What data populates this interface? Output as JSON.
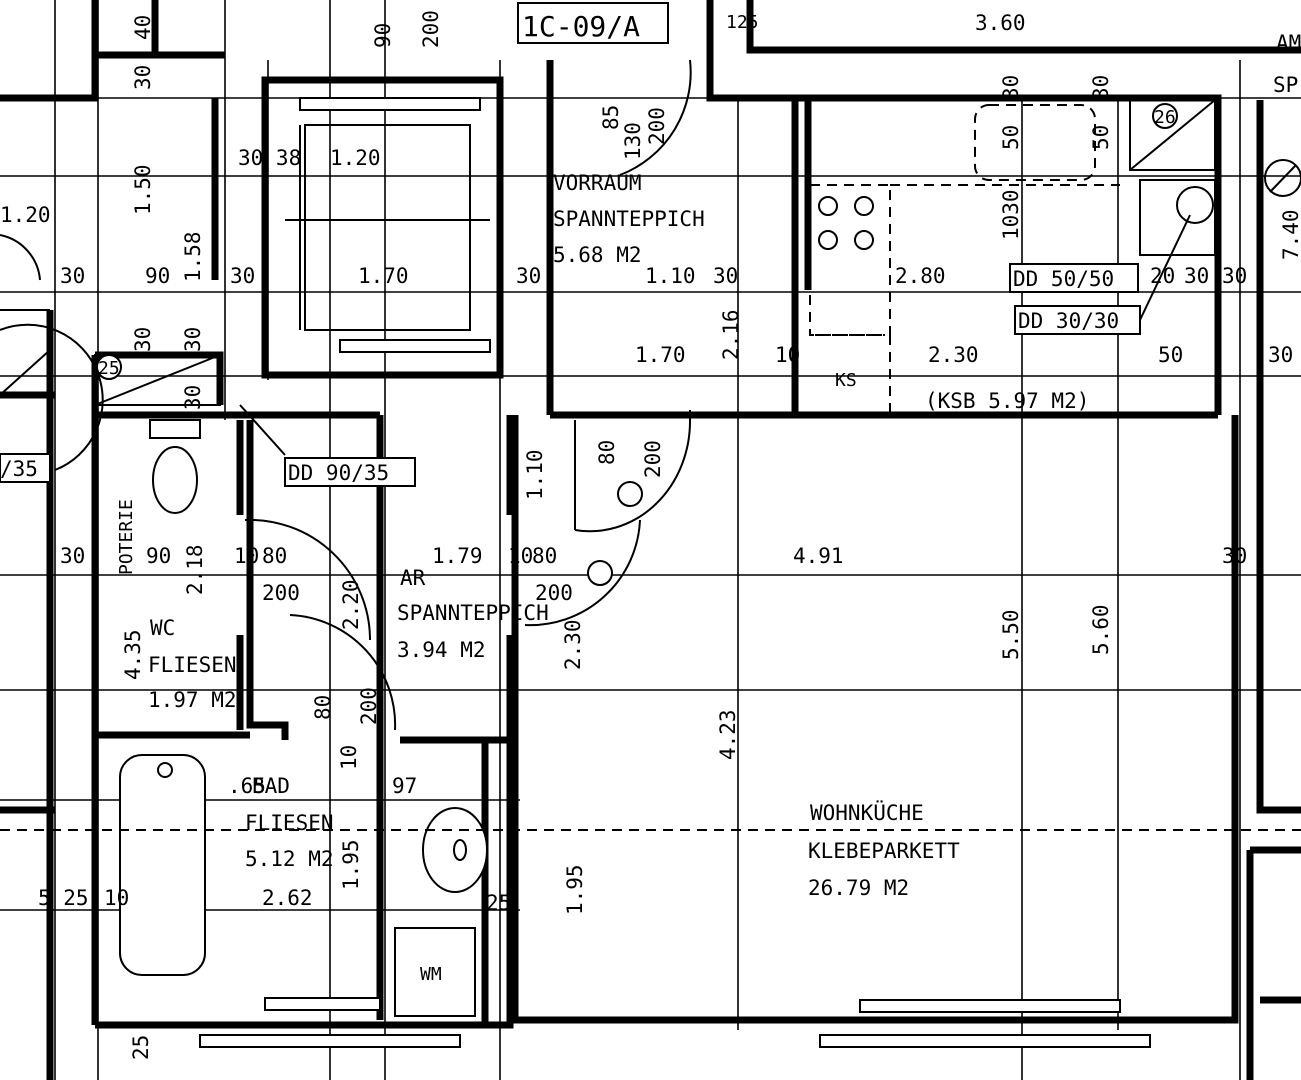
{
  "plan_id": "1C-09/A",
  "rooms": {
    "vorraum": {
      "name": "VORRAUM",
      "floor": "SPANNTEPPICH",
      "area": "5.68 M2"
    },
    "ar": {
      "name": "AR",
      "floor": "SPANNTEPPICH",
      "area": "3.94 M2"
    },
    "wc": {
      "name": "WC",
      "floor": "FLIESEN",
      "area": "1.97 M2"
    },
    "bad": {
      "name": "BAD",
      "floor": "FLIESEN",
      "area": "5.12 M2"
    },
    "wohnkueche": {
      "name": "WOHNKÜCHE",
      "floor": "KLEBEPARKETT",
      "area": "26.79 M2"
    },
    "ksb": "(KSB 5.97 M2)",
    "ks": "KS",
    "wm": "WM",
    "poterie": "POTERIE"
  },
  "ducts": {
    "dd_90_35": "DD 90/35",
    "dd_50_50": "DD 50/50",
    "dd_30_30": "DD 30/30",
    "dd_edge": "/35",
    "mark_26": "26",
    "mark_25": "25"
  },
  "dims": {
    "top_360": "3.60",
    "top_125": "125",
    "top_40": "40",
    "top_90": "90",
    "top_200": "200",
    "left_150": "1.50",
    "left_158": "1.58",
    "left_30": "30",
    "left_90": "90",
    "left_120": "1.20",
    "w_3038": "30 38",
    "w_120": "1.20",
    "w_170": "1.70",
    "w_30": "30",
    "vr_85": "85",
    "vr_130": "130",
    "vr_200": "200",
    "vr_110": "1.10",
    "vr_30": "30",
    "vr_216": "2.16",
    "vr_170b": "1.70",
    "vr_10": "10",
    "k_280": "2.80",
    "k_230": "2.30",
    "k_50": "50",
    "k_30a": "30",
    "k_30b": "30",
    "k_20": "20",
    "k_1030": "1030",
    "k_50b": "50",
    "k_740": "7.40",
    "d_80": "80",
    "d_200": "200",
    "d_110": "1.10",
    "c_30": "30",
    "c_90": "90",
    "c_218": "2.18",
    "c_10": "10",
    "c_80": "80",
    "c_179": "1.79",
    "c_10b": "10",
    "c_80b": "80",
    "c_491": "4.91",
    "c_30r": "30",
    "c_200a": "200",
    "c_220": "2.20",
    "c_200b": "200",
    "c_230": "2.30",
    "c_435": "4.35",
    "c_80v": "80",
    "c_200v": "200",
    "c_10v": "10",
    "c_423": "4.23",
    "c_550": "5.50",
    "c_560": "5.60",
    "b_65": ".65",
    "b_975": "97",
    "b_195": "1.95",
    "b_262": "2.62",
    "b_25": "25",
    "b_195r": "1.95",
    "b_525": "5 25",
    "b_10": "10",
    "b_25bot": "25",
    "sp": "SP",
    "am": "AM"
  }
}
